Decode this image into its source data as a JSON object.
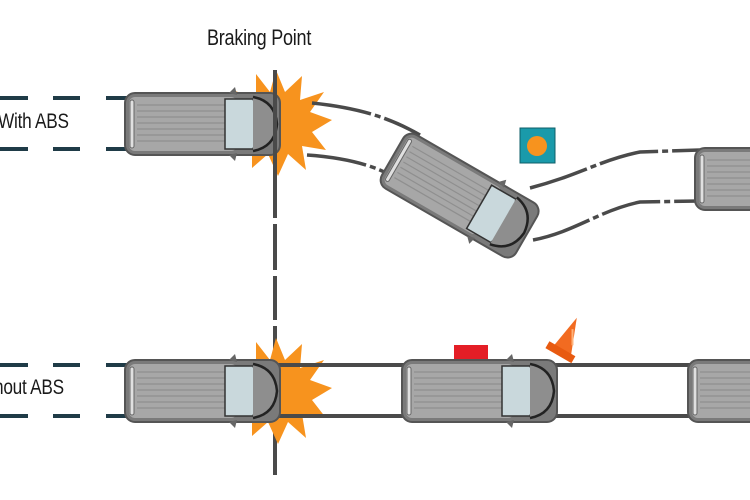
{
  "title": "Braking Point",
  "lanes": [
    {
      "id": "with-abs",
      "label": "With ABS",
      "outcome": "swerves around obstacle"
    },
    {
      "id": "without-abs",
      "label": "Without ABS",
      "label_visible": "hout ABS",
      "outcome": "collides with cone"
    }
  ],
  "obstacles": [
    {
      "type": "sign",
      "lane": "with-abs",
      "description": "teal square with orange circle"
    },
    {
      "type": "box",
      "lane": "without-abs",
      "description": "red block"
    },
    {
      "type": "cone",
      "lane": "without-abs",
      "description": "orange traffic cone knocked over"
    }
  ],
  "colors": {
    "burst": "#f7931e",
    "road": "#4a4a4a",
    "dash": "#1f3b47",
    "car_body": "#8c8c8c",
    "car_roof": "#a9a9a9",
    "windshield": "#c9d8dc",
    "sign_bg": "#1a9aaa",
    "sign_dot": "#f7931e",
    "red_box": "#e41e26",
    "cone": "#f26b21"
  }
}
